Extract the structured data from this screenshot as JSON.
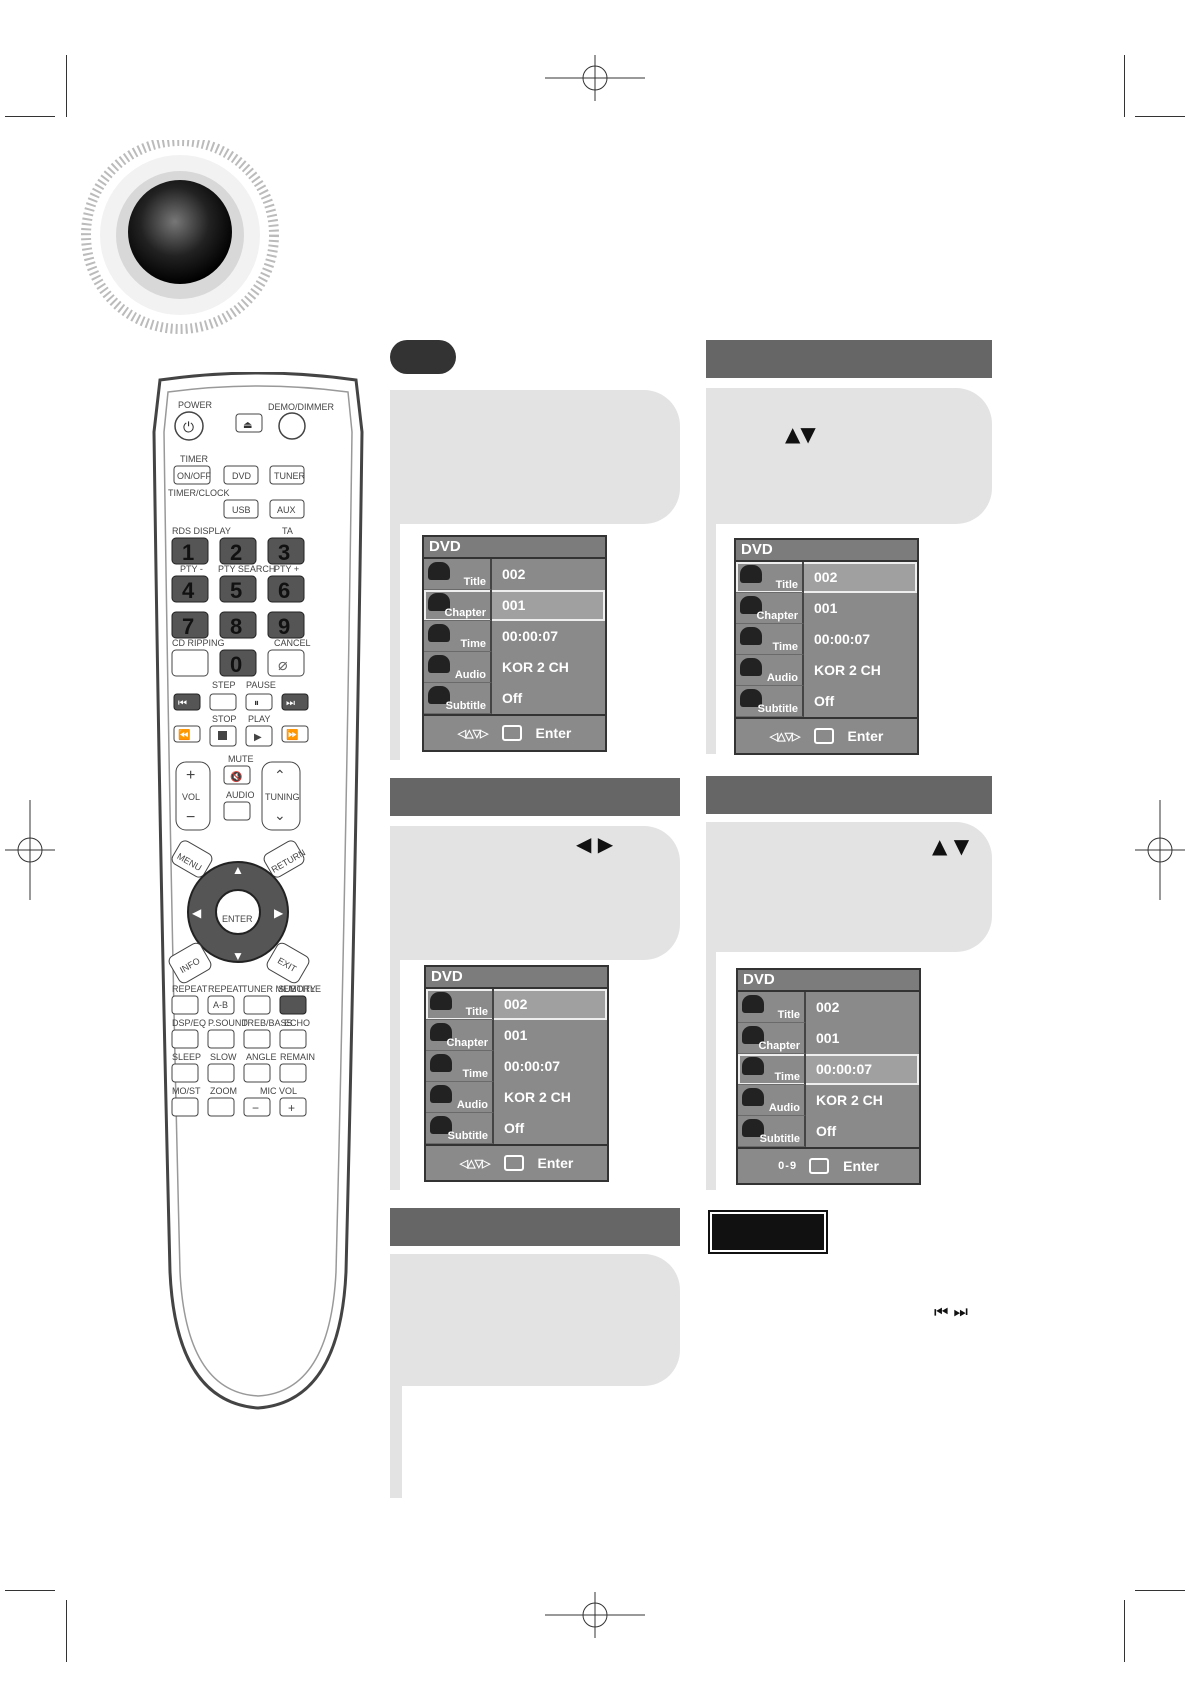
{
  "remote": {
    "power": "POWER",
    "demo_dimmer": "DEMO/DIMMER",
    "timer": "TIMER",
    "on_off": "ON/OFF",
    "dvd": "DVD",
    "tuner": "TUNER",
    "timer_clock": "TIMER/CLOCK",
    "usb": "USB",
    "aux": "AUX",
    "rds_display": "RDS DISPLAY",
    "ta": "TA",
    "pty_minus": "PTY -",
    "pty_search": "PTY SEARCH",
    "pty_plus": "PTY +",
    "digits": [
      "1",
      "2",
      "3",
      "4",
      "5",
      "6",
      "7",
      "8",
      "9",
      "0"
    ],
    "cd_ripping": "CD RIPPING",
    "cancel": "CANCEL",
    "step": "STEP",
    "pause": "PAUSE",
    "stop": "STOP",
    "play": "PLAY",
    "mute": "MUTE",
    "vol": "VOL",
    "audio": "AUDIO",
    "tuning": "TUNING",
    "menu": "MENU",
    "return": "RETURN",
    "enter": "ENTER",
    "info": "INFO",
    "exit": "EXIT",
    "row1": [
      "REPEAT",
      "REPEAT",
      "TUNER MEMORY",
      "SUBTITLE"
    ],
    "ab": "A-B",
    "row2": [
      "DSP/EQ",
      "P.SOUND",
      "TREB/BASS",
      "ECHO"
    ],
    "row3": [
      "SLEEP",
      "SLOW",
      "ANGLE",
      "REMAIN"
    ],
    "row4": [
      "MO/ST",
      "ZOOM",
      "MIC VOL"
    ],
    "icons": [
      "power-icon",
      "eject-icon",
      "skip-back-icon",
      "skip-forward-icon",
      "rewind-icon",
      "fast-forward-icon",
      "stop-icon",
      "play-icon",
      "pause-icon",
      "mute-icon",
      "up-arrow-icon",
      "down-arrow-icon",
      "left-arrow-icon",
      "right-arrow-icon"
    ]
  },
  "osd_panels": [
    {
      "header": "DVD",
      "rows": [
        {
          "label": "Title",
          "value": "002",
          "icon": "title-icon"
        },
        {
          "label": "Chapter",
          "value": "001",
          "icon": "chapter-icon"
        },
        {
          "label": "Time",
          "value": "00:00:07",
          "icon": "time-icon"
        },
        {
          "label": "Audio",
          "value": "KOR 2 CH",
          "icon": "audio-icon"
        },
        {
          "label": "Subtitle",
          "value": "Off",
          "icon": "subtitle-icon"
        }
      ],
      "selected": 1,
      "footer_enter": "Enter",
      "footer_nav": "◁△▽▷"
    },
    {
      "header": "DVD",
      "rows": [
        {
          "label": "Title",
          "value": "002",
          "icon": "title-icon"
        },
        {
          "label": "Chapter",
          "value": "001",
          "icon": "chapter-icon"
        },
        {
          "label": "Time",
          "value": "00:00:07",
          "icon": "time-icon"
        },
        {
          "label": "Audio",
          "value": "KOR 2 CH",
          "icon": "audio-icon"
        },
        {
          "label": "Subtitle",
          "value": "Off",
          "icon": "subtitle-icon"
        }
      ],
      "selected": 0,
      "footer_enter": "Enter",
      "footer_nav": "◁△▽▷"
    },
    {
      "header": "DVD",
      "rows": [
        {
          "label": "Title",
          "value": "002",
          "icon": "title-icon"
        },
        {
          "label": "Chapter",
          "value": "001",
          "icon": "chapter-icon"
        },
        {
          "label": "Time",
          "value": "00:00:07",
          "icon": "time-icon"
        },
        {
          "label": "Audio",
          "value": "KOR 2 CH",
          "icon": "audio-icon"
        },
        {
          "label": "Subtitle",
          "value": "Off",
          "icon": "subtitle-icon"
        }
      ],
      "selected": 0,
      "footer_enter": "Enter",
      "footer_nav": "◁△▽▷"
    },
    {
      "header": "DVD",
      "rows": [
        {
          "label": "Title",
          "value": "002",
          "icon": "title-icon"
        },
        {
          "label": "Chapter",
          "value": "001",
          "icon": "chapter-icon"
        },
        {
          "label": "Time",
          "value": "00:00:07",
          "icon": "time-icon"
        },
        {
          "label": "Audio",
          "value": "KOR 2 CH",
          "icon": "audio-icon"
        },
        {
          "label": "Subtitle",
          "value": "Off",
          "icon": "subtitle-icon"
        }
      ],
      "selected": 2,
      "footer_enter": "Enter",
      "footer_nav": "0 - 9"
    }
  ],
  "glyphs": {
    "up_down": "▲▼",
    "left_right": "◀ ▶",
    "up_down_spaced": "▲ ▼",
    "skip": "⏮ ⏭"
  }
}
